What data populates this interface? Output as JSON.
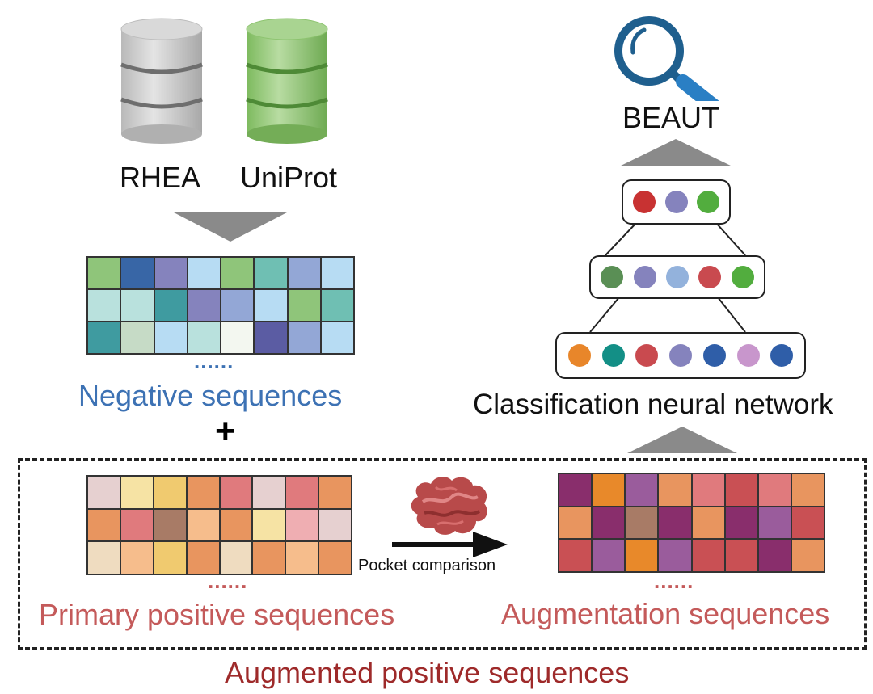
{
  "databases": {
    "rhea_label": "RHEA",
    "uniprot_label": "UniProt"
  },
  "negative": {
    "title": "Negative sequences",
    "dots": "......",
    "grid": [
      [
        "#8fc57a",
        "#3866a6",
        "#8583bd",
        "#b7dcf3",
        "#8fc57a",
        "#6fbfb3",
        "#93a7d6",
        "#b7dcf3"
      ],
      [
        "#b9e1dd",
        "#b9e1dd",
        "#3f9ba0",
        "#8583bd",
        "#93a7d6",
        "#b7dcf3",
        "#8fc57a",
        "#6fbfb3"
      ],
      [
        "#3f9ba0",
        "#c6dbc6",
        "#b7dcf3",
        "#b9e1dd",
        "#f3f7f0",
        "#5b5ca3",
        "#93a7d6",
        "#b7dcf3"
      ]
    ]
  },
  "plus": "+",
  "primary": {
    "title": "Primary positive sequences",
    "dots": "......",
    "grid": [
      [
        "#e6d0d0",
        "#f6e3a4",
        "#f0ca6f",
        "#e8955f",
        "#e07a7d",
        "#e6d0d0",
        "#e07a7d",
        "#e8955f"
      ],
      [
        "#e8955f",
        "#e07a7d",
        "#a87b66",
        "#f6bd8c",
        "#e8955f",
        "#f6e3a4",
        "#efaeb2",
        "#e6d0d0"
      ],
      [
        "#efdcc0",
        "#f6bd8c",
        "#f0ca6f",
        "#e8955f",
        "#efdcc0",
        "#e8955f",
        "#f6bd8c",
        "#e8955f"
      ]
    ]
  },
  "pocket_label": "Pocket comparison",
  "augmentation": {
    "title": "Augmentation sequences",
    "dots": "......",
    "grid": [
      [
        "#892e6c",
        "#e8892a",
        "#9a5c9c",
        "#e8955f",
        "#e07a7d",
        "#c95054",
        "#e07a7d",
        "#e8955f"
      ],
      [
        "#e8955f",
        "#892e6c",
        "#a87b66",
        "#892e6c",
        "#e8955f",
        "#892e6c",
        "#9a5c9c",
        "#c95054"
      ],
      [
        "#c95054",
        "#9a5c9c",
        "#e8892a",
        "#9a5c9c",
        "#c95054",
        "#c95054",
        "#892e6c",
        "#e8955f"
      ]
    ]
  },
  "augmented_title": "Augmented positive sequences",
  "network": {
    "label": "Classification neural network",
    "layers": [
      [
        "#c83232",
        "#8583bd",
        "#52ad3e"
      ],
      [
        "#5a8f55",
        "#8583bd",
        "#93b2dc",
        "#c94a4f",
        "#52ad3e"
      ],
      [
        "#e8862a",
        "#138f86",
        "#c94a4f",
        "#8583bd",
        "#2f5ea8",
        "#c896cc",
        "#2f5ea8"
      ]
    ]
  },
  "beaut_label": "BEAUT",
  "colors": {
    "negative_text": "#3d72b4",
    "primary_text": "#c45a5a",
    "augmented_text": "#9e2a2a",
    "arrow_gray": "#8a8a8a",
    "db_gray": "#c4c4c4",
    "db_green": "#8cc36e",
    "magnifier": "#1f5f8e",
    "magnifier_handle": "#2a7fc4"
  },
  "icons": {
    "rhea_db": "database-cylinder-icon",
    "uniprot_db": "database-cylinder-icon",
    "protein": "protein-structure-icon",
    "beaut": "magnifier-icon"
  }
}
